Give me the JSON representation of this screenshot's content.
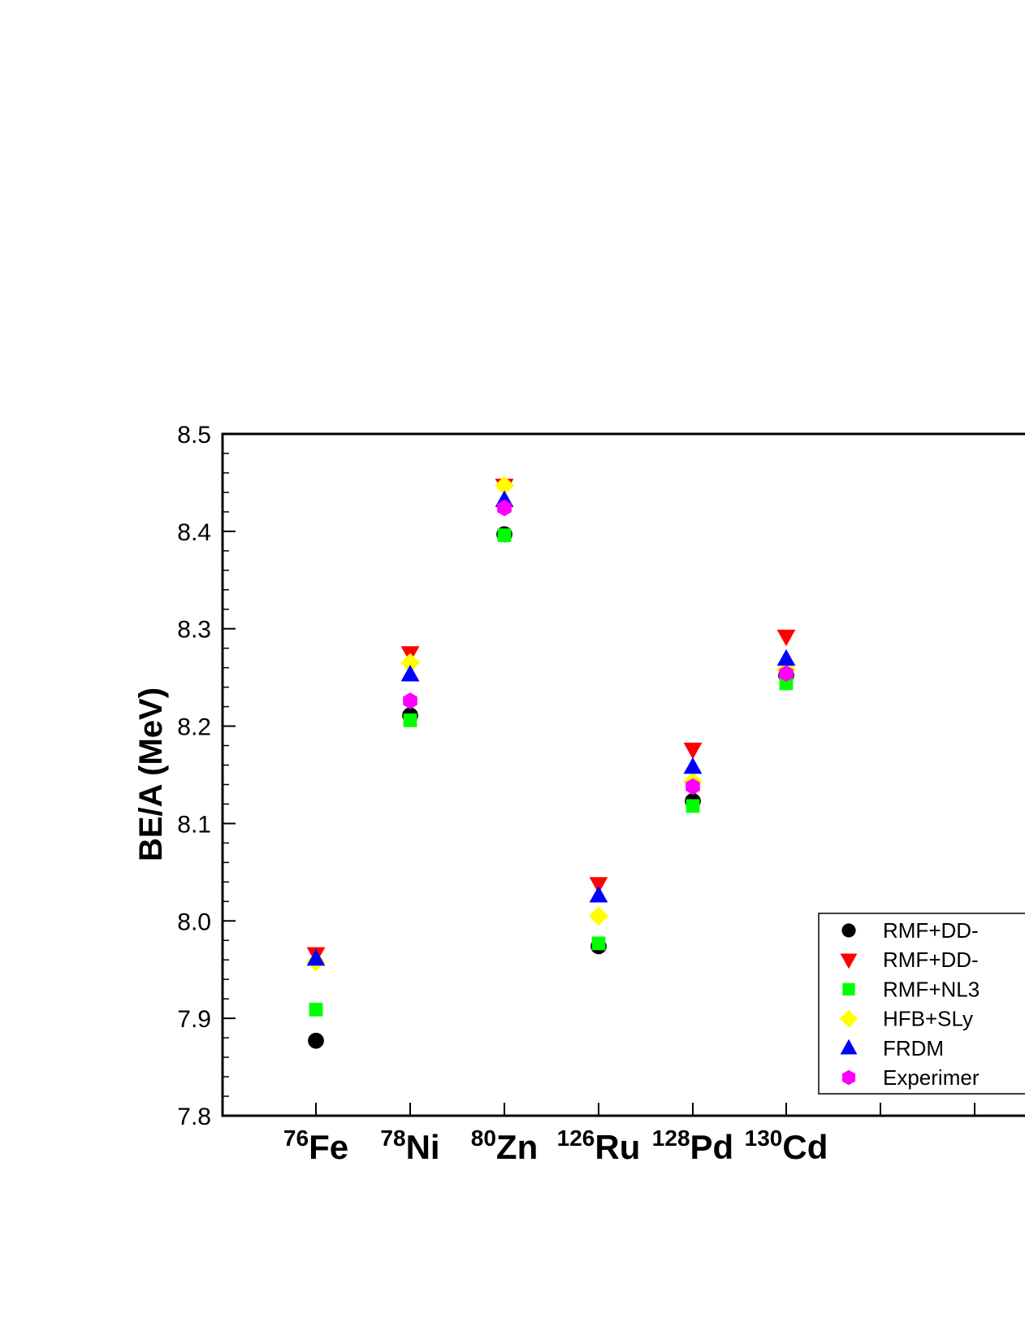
{
  "chart_data": {
    "type": "scatter",
    "title": "",
    "xlabel": "",
    "ylabel": "BE/A (MeV)",
    "ylim": [
      7.8,
      8.5
    ],
    "yticks": [
      "7.8",
      "7.9",
      "8.0",
      "8.1",
      "8.2",
      "8.3",
      "8.4",
      "8.5"
    ],
    "categories": [
      {
        "mass": "76",
        "symbol": "Fe"
      },
      {
        "mass": "78",
        "symbol": "Ni"
      },
      {
        "mass": "80",
        "symbol": "Zn"
      },
      {
        "mass": "126",
        "symbol": "Ru"
      },
      {
        "mass": "128",
        "symbol": "Pd"
      },
      {
        "mass": "130",
        "symbol": "Cd"
      }
    ],
    "legend_position": "bottom-right",
    "series": [
      {
        "name": "RMF+DD-",
        "marker": "circle",
        "color": "#000000",
        "values": [
          7.877,
          8.211,
          8.397,
          7.974,
          8.123,
          8.252
        ]
      },
      {
        "name": "RMF+DD-",
        "marker": "triangle-down",
        "color": "#ff0000",
        "values": [
          7.966,
          8.275,
          8.447,
          8.038,
          8.176,
          8.292
        ]
      },
      {
        "name": "RMF+NL3",
        "marker": "square",
        "color": "#00ff00",
        "values": [
          7.909,
          8.206,
          8.396,
          7.977,
          8.118,
          8.244
        ]
      },
      {
        "name": "HFB+SLy",
        "marker": "diamond",
        "color": "#ffff00",
        "values": [
          7.958,
          8.265,
          8.447,
          8.005,
          8.143,
          8.258
        ]
      },
      {
        "name": "FRDM",
        "marker": "triangle-up",
        "color": "#0000ff",
        "values": [
          7.961,
          8.253,
          8.432,
          8.026,
          8.158,
          8.269
        ]
      },
      {
        "name": "Experimer",
        "marker": "hexagon",
        "color": "#ff00ff",
        "values": [
          null,
          8.226,
          8.424,
          null,
          8.138,
          8.254
        ]
      }
    ]
  }
}
